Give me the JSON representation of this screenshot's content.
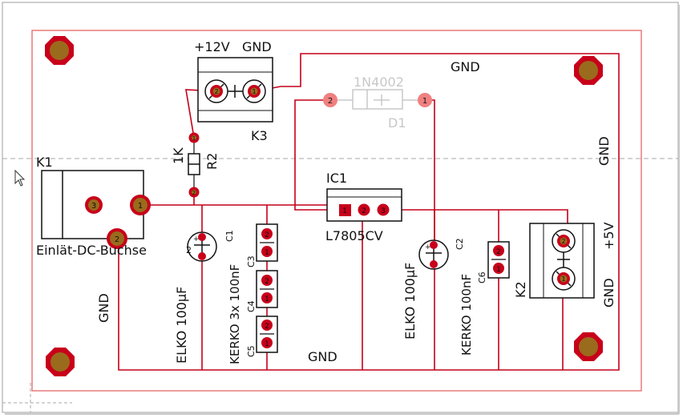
{
  "labels": {
    "k3_plus12v": "+12V",
    "k3_gnd": "GND",
    "k3_ref": "K3",
    "d1_value": "1N4002",
    "d1_ref": "D1",
    "gnd_top": "GND",
    "gnd_right": "GND",
    "r2_value": "1K",
    "r2_ref": "R2",
    "k1_ref": "K1",
    "ic1_ref": "IC1",
    "ic1_value": "L7805CV",
    "k1_value": "Einlät-DC-Buchse",
    "c1_value": "ELKO 100µF",
    "c1_ref": "C1",
    "c2_value": "ELKO 100µF",
    "c2_ref": "C2",
    "c3_ref": "C3",
    "c4_ref": "C4",
    "c5_ref": "C5",
    "kerko_group": "KERKO 3x 100nF",
    "c6_value": "KERKO 100nF",
    "c6_ref": "C6",
    "gnd_bottom": "GND",
    "gnd_left": "GND",
    "k2_ref": "K2",
    "k2_plus5v": "+5V",
    "k2_gnd": "GND"
  },
  "pins": {
    "one": "1",
    "two": "2",
    "three": "3"
  },
  "colors": {
    "board_outline": "#e87a7a",
    "trace": "#c4001a",
    "pad_gold": "#9a6b1c",
    "pad_red": "#c8001a",
    "pad_pink": "#f08080",
    "silk": "#111111",
    "diode_gray": "#c8c8c8"
  }
}
